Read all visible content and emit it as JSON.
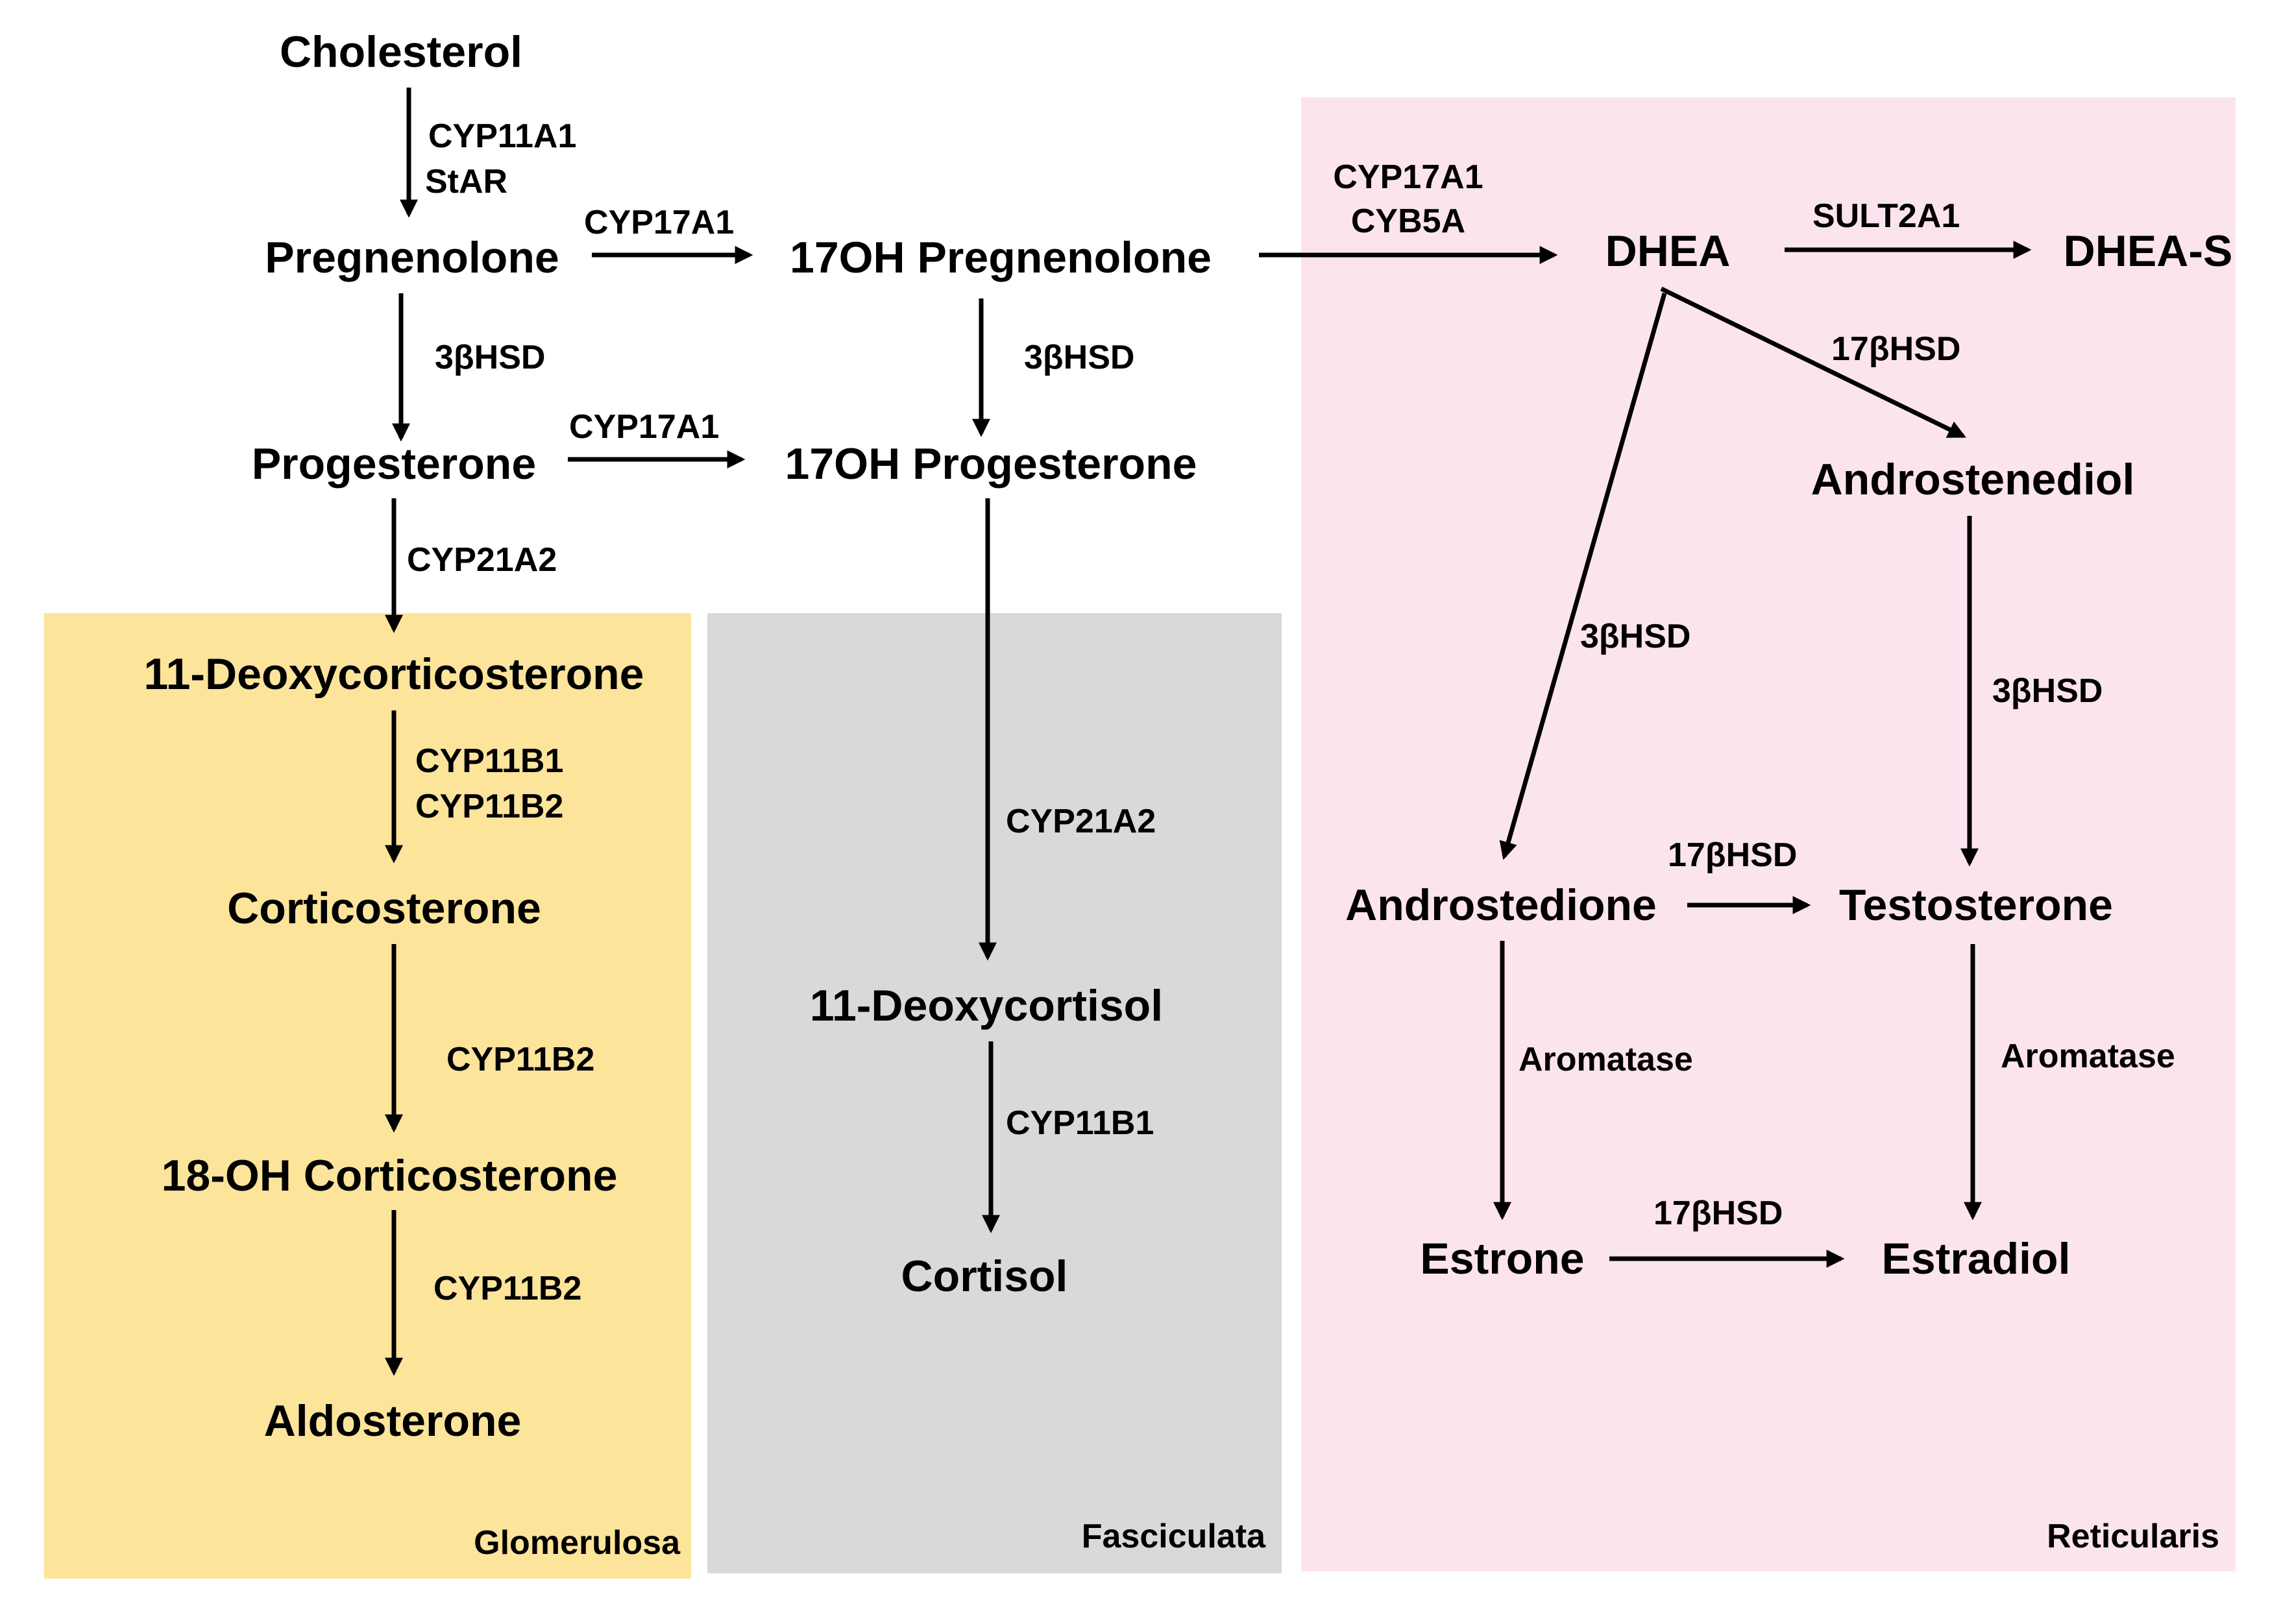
{
  "zones": {
    "glomerulosa": {
      "label": "Glomerulosa",
      "color": "#fde49b"
    },
    "fasciculata": {
      "label": "Fasciculata",
      "color": "#d9d9d9"
    },
    "reticularis": {
      "label": "Reticularis",
      "color": "#fce4ef"
    }
  },
  "compounds": {
    "cholesterol": "Cholesterol",
    "pregnenolone": "Pregnenolone",
    "oh17_pregnenolone": "17OH Pregnenolone",
    "progesterone": "Progesterone",
    "oh17_progesterone": "17OH Progesterone",
    "deoxycorticosterone": "11-Deoxycorticosterone",
    "corticosterone": "Corticosterone",
    "oh18_corticosterone": "18-OH Corticosterone",
    "aldosterone": "Aldosterone",
    "deoxycortisol": "11-Deoxycortisol",
    "cortisol": "Cortisol",
    "dhea": "DHEA",
    "dhea_s": "DHEA-S",
    "androstenediol": "Androstenediol",
    "androstedione": "Androstedione",
    "testosterone": "Testosterone",
    "estrone": "Estrone",
    "estradiol": "Estradiol"
  },
  "enzymes": {
    "cyp11a1": "CYP11A1",
    "star": "StAR",
    "cyp17a1_preg": "CYP17A1",
    "hsd3b_preg": "3βHSD",
    "hsd3b_17ohpreg": "3βHSD",
    "cyp17a1_prog": "CYP17A1",
    "cyp21a2_prog": "CYP21A2",
    "cyp11b1_doc": "CYP11B1",
    "cyp11b2_doc": "CYP11B2",
    "cyp11b2_cort": "CYP11B2",
    "cyp11b2_18oh": "CYP11B2",
    "cyp21a2_17ohp": "CYP21A2",
    "cyp11b1_deoxycortisol": "CYP11B1",
    "cyp17a1_dhea": "CYP17A1",
    "cyb5a": "CYB5A",
    "sult2a1": "SULT2A1",
    "hsd17b_dhea": "17βHSD",
    "hsd3b_dhea": "3βHSD",
    "hsd3b_androstenediol": "3βHSD",
    "hsd17b_androstedione": "17βHSD",
    "aromatase_androstedione": "Aromatase",
    "aromatase_testosterone": "Aromatase",
    "hsd17b_estrone": "17βHSD"
  }
}
